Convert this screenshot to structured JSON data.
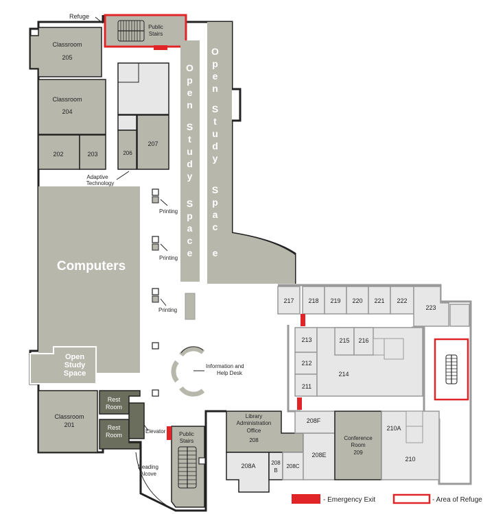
{
  "colors": {
    "dark_room": "#b8b7ac",
    "light_room": "#e7e7e7",
    "mid_room": "#d4d4d4",
    "restroom": "#6b6e5c",
    "wall": "#222222",
    "light_wall": "#9a9a9a",
    "exit": "#e02427",
    "refuge": "#e02427"
  },
  "icons": [
    "stairs-icon",
    "elevator-icon",
    "printer-icon",
    "help-desk-icon"
  ],
  "labels": {
    "refuge_callout": "Refuge",
    "public_stairs_top": [
      "Public",
      "Stairs"
    ],
    "public_stairs_bottom": [
      "Public",
      "Stairs"
    ],
    "classroom_205": [
      "Classroom",
      "205"
    ],
    "classroom_204": [
      "Classroom",
      "204"
    ],
    "classroom_201": [
      "Classroom",
      "201"
    ],
    "room_202": "202",
    "room_203": "203",
    "room_206": "206",
    "room_207": "207",
    "adaptive_technology": [
      "Adaptive",
      "Technology"
    ],
    "open_study_left": [
      "O",
      "p",
      "e",
      "n",
      "S",
      "t",
      "u",
      "d",
      "y",
      "S",
      "p",
      "a",
      "c",
      "e"
    ],
    "open_study_right": [
      "O",
      "p",
      "e",
      "n",
      "S",
      "t",
      "u",
      "d",
      "y",
      "S",
      "p",
      "a",
      "c",
      "e"
    ],
    "printing": "Printing",
    "computers": "Computers",
    "open_study_space": [
      "Open",
      "Study",
      "Space"
    ],
    "information_help_desk": [
      "Information and",
      "Help Desk"
    ],
    "rest_room_1": [
      "Rest",
      "Room"
    ],
    "rest_room_2": [
      "Rest",
      "Room"
    ],
    "elevator": "Elevator",
    "reading_alcove": [
      "Reading",
      "Alcove"
    ],
    "library_admin": [
      "Library",
      "Administration",
      "Office",
      "208"
    ],
    "room_208a": "208A",
    "room_208b": [
      "208",
      "B"
    ],
    "room_208c": "208C",
    "room_208e": "208E",
    "room_208f": "208F",
    "conference_209": [
      "Conference",
      "Room",
      "209"
    ],
    "room_210": "210",
    "room_210a": "210A",
    "room_211": "211",
    "room_212": "212",
    "room_213": "213",
    "room_214": "214",
    "room_215": "215",
    "room_216": "216",
    "room_217": "217",
    "room_218": "218",
    "room_219": "219",
    "room_220": "220",
    "room_221": "221",
    "room_222": "222",
    "room_223": "223"
  },
  "legend": {
    "emergency_exit": "- Emergency Exit",
    "area_of_refuge": "- Area of Refuge"
  }
}
